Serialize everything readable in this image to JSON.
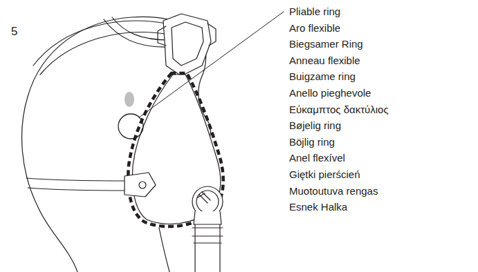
{
  "diagram": {
    "labels": [
      "5",
      "Pliable ring",
      "Aro flexible",
      "Biegsamer Ring",
      "Anneau flexible",
      "Buigzame ring",
      "Anello pieghevole",
      "Εύκαμπτος δακτύλιος",
      "Bøjelig ring",
      "Böjlig ring",
      "Anel flexível",
      "Giętki pierścień",
      "Muotoutuva rengas",
      "Esnek Halka"
    ]
  }
}
